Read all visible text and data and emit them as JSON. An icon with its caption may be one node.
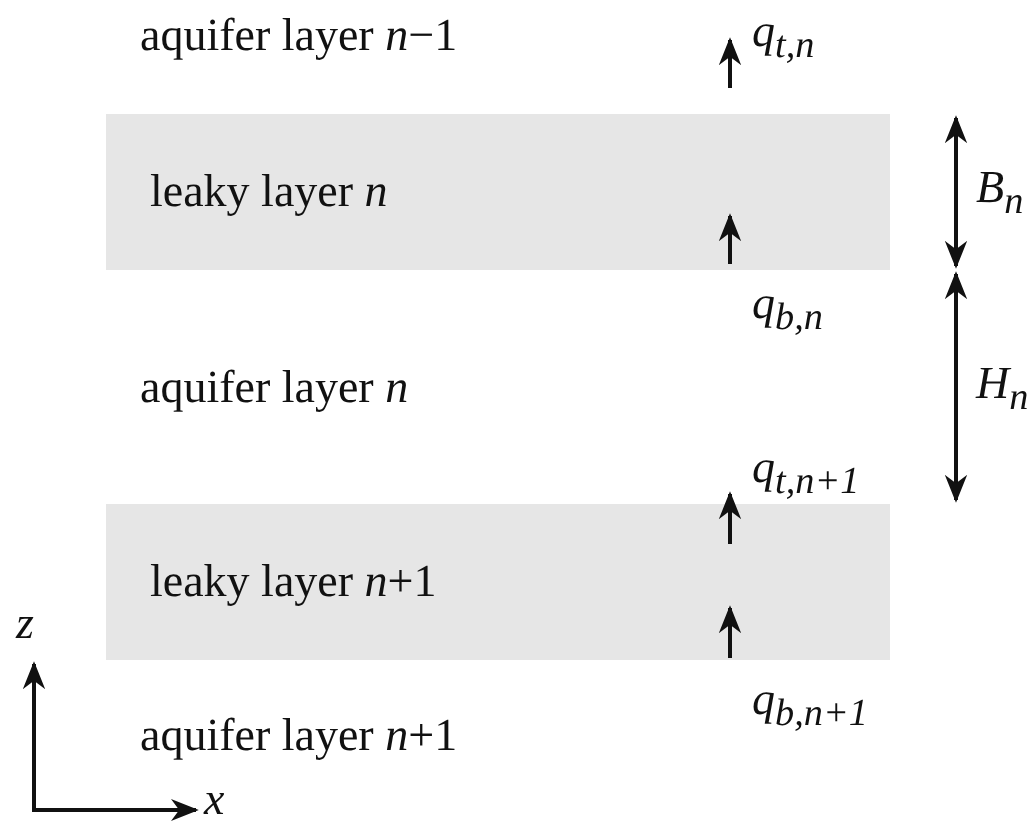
{
  "diagram": {
    "nodes": [
      {
        "text": [
          "leaky layer *n*"
        ]
      },
      {
        "text": [
          "leaky layer *n*+1"
        ]
      }
    ],
    "labels": [
      "aquifer layer *n*−1",
      "*q*$_{t,n}$",
      "*B*$_{n}$",
      "*q*$_{b,n}$",
      "aquifer layer *n*",
      "*H*$_{n}$",
      "*q*$_{t,n+1}$",
      "*z*",
      "*q*$_{b,n+1}$",
      "aquifer layer *n*+1",
      "*x*"
    ]
  }
}
